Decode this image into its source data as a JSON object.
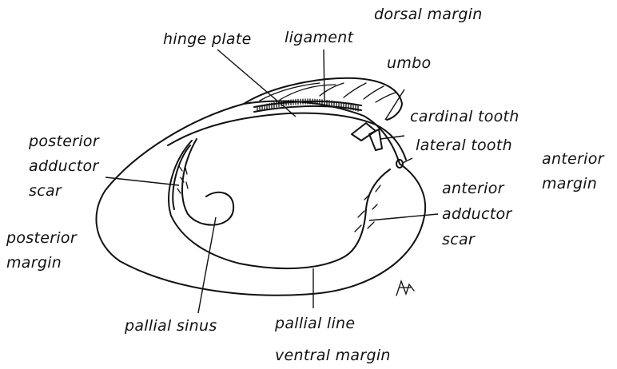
{
  "labels": {
    "dorsal_margin": "dorsal margin",
    "hinge_plate": "hinge plate",
    "ligament": "ligament",
    "umbo": "umbo",
    "cardinal_tooth": "cardinal tooth",
    "lateral_tooth": "lateral tooth",
    "anterior_margin_1": "anterior",
    "anterior_margin_2": "margin",
    "posterior_adductor_1": "posterior",
    "posterior_adductor_2": "adductor",
    "posterior_adductor_3": "scar",
    "anterior_adductor_1": "anterior",
    "anterior_adductor_2": "adductor",
    "anterior_adductor_3": "scar",
    "posterior_margin_1": "posterior",
    "posterior_margin_2": "margin",
    "pallial_sinus": "pallial sinus",
    "pallial_line": "pallial line",
    "ventral_margin": "ventral margin"
  },
  "colors": {
    "ink": "#111111",
    "background": "#ffffff"
  }
}
